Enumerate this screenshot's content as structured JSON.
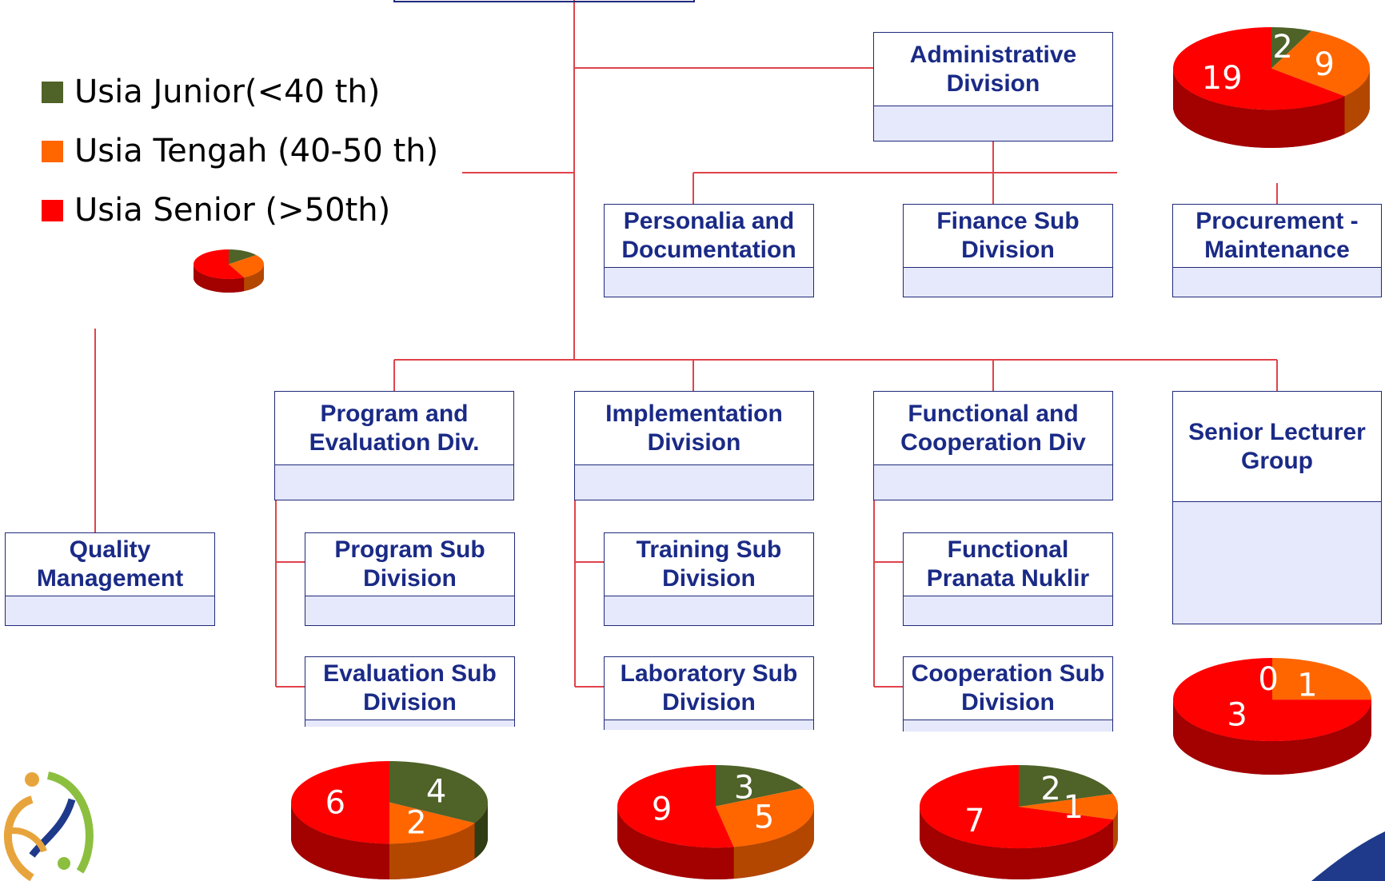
{
  "legend": {
    "items": [
      {
        "label": "Usia Junior(<40 th)",
        "color": "#4f6228"
      },
      {
        "label": "Usia Tengah (40-50 th)",
        "color": "#ff6600"
      },
      {
        "label": "Usia Senior (>50th)",
        "color": "#ff0000"
      }
    ]
  },
  "boxes": {
    "admin": [
      "Administrative",
      "Division"
    ],
    "personalia": [
      "Personalia and",
      "Documentation"
    ],
    "finance": [
      "Finance Sub",
      "Division"
    ],
    "procurement": [
      "Procurement -",
      "Maintenance"
    ],
    "program_eval": [
      "Program and",
      "Evaluation Div."
    ],
    "implementation": [
      "Implementation",
      "Division"
    ],
    "functional_coop": [
      "Functional and",
      "Cooperation Div"
    ],
    "senior_lecturer": [
      "Senior Lecturer",
      "Group"
    ],
    "quality": [
      "Quality",
      "Management"
    ],
    "program_sub": [
      "Program Sub",
      "Division"
    ],
    "training_sub": [
      "Training Sub",
      "Division"
    ],
    "functional_pranata": [
      "Functional",
      "Pranata Nuklir"
    ],
    "evaluation_sub": [
      "Evaluation Sub",
      "Division"
    ],
    "laboratory_sub": [
      "Laboratory Sub",
      "Division"
    ],
    "cooperation_sub": [
      "Cooperation Sub",
      "Division"
    ]
  },
  "colors": {
    "junior": "#4f6228",
    "tengah": "#ff6600",
    "senior": "#ff0000",
    "line": "#e0434b",
    "box_border": "#1f2a7a",
    "box_fill": "#e6e8fb",
    "box_text": "#1a2a86"
  },
  "chart_data": [
    {
      "type": "pie",
      "name": "administrative",
      "categories": [
        "Usia Junior(<40 th)",
        "Usia Tengah (40-50 th)",
        "Usia Senior (>50th)"
      ],
      "values": [
        2,
        9,
        19
      ]
    },
    {
      "type": "pie",
      "name": "legend-sample",
      "categories": [
        "Usia Junior(<40 th)",
        "Usia Tengah (40-50 th)",
        "Usia Senior (>50th)"
      ],
      "values": [
        2,
        4,
        8
      ],
      "show_labels": false
    },
    {
      "type": "pie",
      "name": "senior-lecturer",
      "categories": [
        "Usia Junior(<40 th)",
        "Usia Tengah (40-50 th)",
        "Usia Senior (>50th)"
      ],
      "values": [
        0,
        1,
        3
      ]
    },
    {
      "type": "pie",
      "name": "program-evaluation",
      "categories": [
        "Usia Junior(<40 th)",
        "Usia Tengah (40-50 th)",
        "Usia Senior (>50th)"
      ],
      "values": [
        4,
        2,
        6
      ]
    },
    {
      "type": "pie",
      "name": "implementation",
      "categories": [
        "Usia Junior(<40 th)",
        "Usia Tengah (40-50 th)",
        "Usia Senior (>50th)"
      ],
      "values": [
        3,
        5,
        9
      ]
    },
    {
      "type": "pie",
      "name": "functional-cooperation",
      "categories": [
        "Usia Junior(<40 th)",
        "Usia Tengah (40-50 th)",
        "Usia Senior (>50th)"
      ],
      "values": [
        2,
        1,
        7
      ]
    }
  ]
}
